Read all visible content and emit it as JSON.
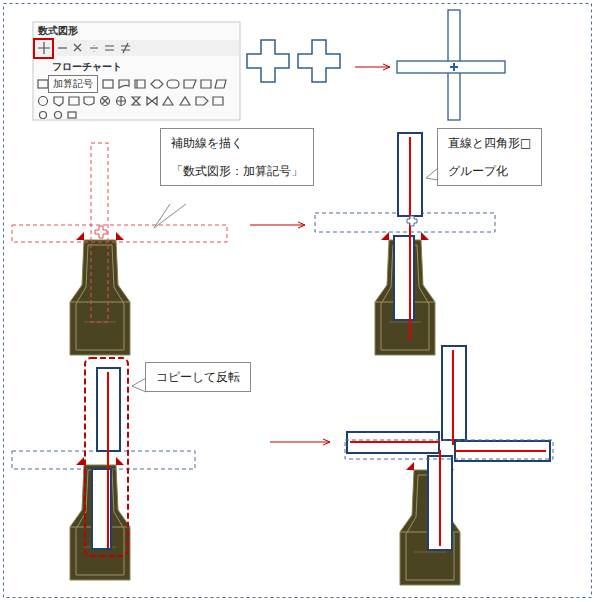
{
  "diagram": {
    "nodes": [
      {
        "text": [
          "加算記号"
        ]
      },
      {
        "text": [
          "補助線を描く",
          "「数式図形：加算記号」"
        ]
      },
      {
        "text": [
          "直線と四角形□",
          "グループ化"
        ]
      },
      {
        "text": [
          "コピーして反転"
        ]
      }
    ],
    "labels": [
      "数式図形",
      "フローチャート"
    ]
  }
}
